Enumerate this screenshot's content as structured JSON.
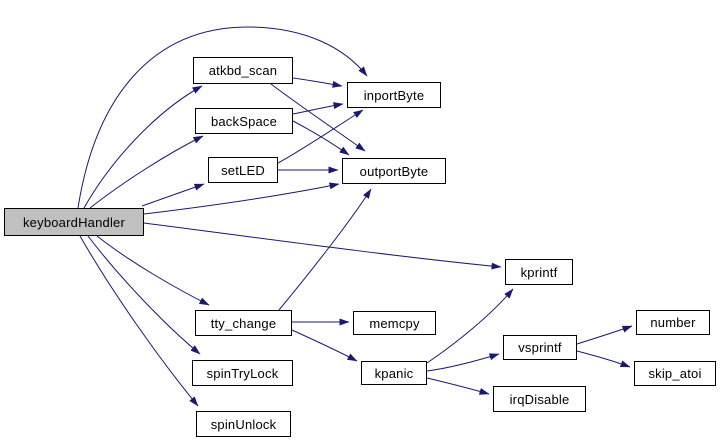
{
  "colors": {
    "edge": "#191970",
    "node_border": "#000000",
    "node_fill": "#ffffff",
    "root_fill": "#c0c0c0",
    "background": "#ffffff"
  },
  "graph": {
    "type": "call-graph",
    "root": "keyboardHandler",
    "nodes": [
      {
        "id": "keyboardHandler",
        "label": "keyboardHandler"
      },
      {
        "id": "atkbd_scan",
        "label": "atkbd_scan"
      },
      {
        "id": "backSpace",
        "label": "backSpace"
      },
      {
        "id": "setLED",
        "label": "setLED"
      },
      {
        "id": "inportByte",
        "label": "inportByte"
      },
      {
        "id": "outportByte",
        "label": "outportByte"
      },
      {
        "id": "kprintf",
        "label": "kprintf"
      },
      {
        "id": "tty_change",
        "label": "tty_change"
      },
      {
        "id": "memcpy",
        "label": "memcpy"
      },
      {
        "id": "spinTryLock",
        "label": "spinTryLock"
      },
      {
        "id": "spinUnlock",
        "label": "spinUnlock"
      },
      {
        "id": "kpanic",
        "label": "kpanic"
      },
      {
        "id": "vsprintf",
        "label": "vsprintf"
      },
      {
        "id": "irqDisable",
        "label": "irqDisable"
      },
      {
        "id": "number",
        "label": "number"
      },
      {
        "id": "skip_atoi",
        "label": "skip_atoi"
      }
    ],
    "edges": [
      {
        "from": "keyboardHandler",
        "to": "atkbd_scan"
      },
      {
        "from": "keyboardHandler",
        "to": "backSpace"
      },
      {
        "from": "keyboardHandler",
        "to": "setLED"
      },
      {
        "from": "keyboardHandler",
        "to": "inportByte"
      },
      {
        "from": "keyboardHandler",
        "to": "outportByte"
      },
      {
        "from": "keyboardHandler",
        "to": "kprintf"
      },
      {
        "from": "keyboardHandler",
        "to": "tty_change"
      },
      {
        "from": "keyboardHandler",
        "to": "spinTryLock"
      },
      {
        "from": "keyboardHandler",
        "to": "spinUnlock"
      },
      {
        "from": "atkbd_scan",
        "to": "inportByte"
      },
      {
        "from": "atkbd_scan",
        "to": "outportByte"
      },
      {
        "from": "backSpace",
        "to": "inportByte"
      },
      {
        "from": "backSpace",
        "to": "outportByte"
      },
      {
        "from": "setLED",
        "to": "inportByte"
      },
      {
        "from": "setLED",
        "to": "outportByte"
      },
      {
        "from": "tty_change",
        "to": "memcpy"
      },
      {
        "from": "tty_change",
        "to": "outportByte"
      },
      {
        "from": "tty_change",
        "to": "kpanic"
      },
      {
        "from": "kpanic",
        "to": "kprintf"
      },
      {
        "from": "kpanic",
        "to": "vsprintf"
      },
      {
        "from": "kpanic",
        "to": "irqDisable"
      },
      {
        "from": "vsprintf",
        "to": "number"
      },
      {
        "from": "vsprintf",
        "to": "skip_atoi"
      }
    ]
  }
}
